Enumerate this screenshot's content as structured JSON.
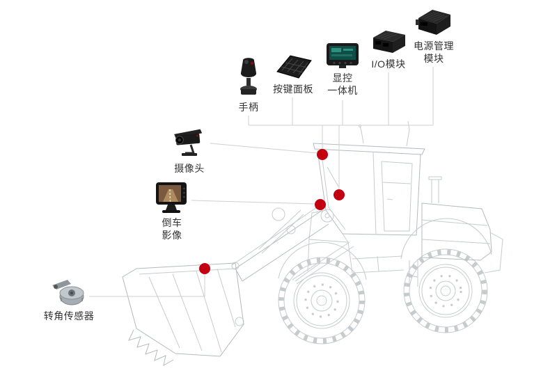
{
  "diagram": {
    "components": [
      {
        "id": "joystick",
        "label": "手柄"
      },
      {
        "id": "keypad",
        "label": "按键面板"
      },
      {
        "id": "display-unit",
        "label": "显控\n一体机"
      },
      {
        "id": "io-module",
        "label": "I/O模块"
      },
      {
        "id": "power-module",
        "label": "电源管理\n模块"
      },
      {
        "id": "camera",
        "label": "摄像头"
      },
      {
        "id": "rearview-monitor",
        "label": "倒车\n影像"
      },
      {
        "id": "angle-sensor",
        "label": "转角传感器"
      }
    ],
    "colors": {
      "marker_red": "#c3000f",
      "connector_gray": "#cfcfcf",
      "machine_gray": "#c6cbce",
      "label_text": "#333333"
    }
  }
}
